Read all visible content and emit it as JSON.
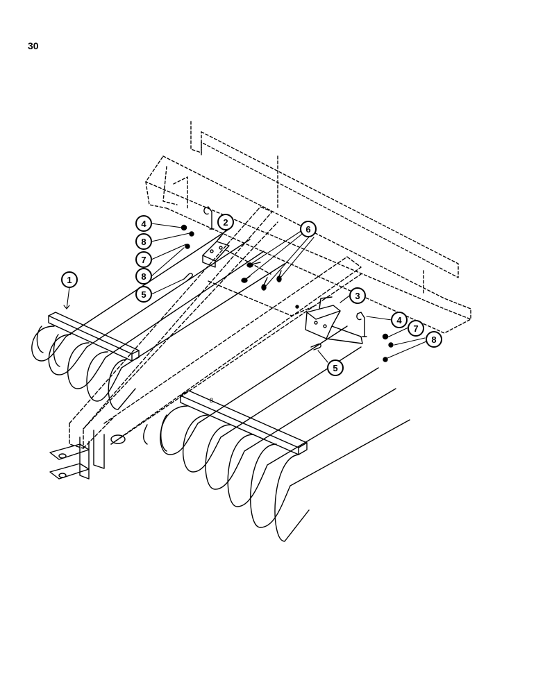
{
  "page": {
    "number": "30"
  },
  "callouts": {
    "c1": "1",
    "c2": "2",
    "c3": "3",
    "c4a": "4",
    "c4b": "4",
    "c5a": "5",
    "c5b": "5",
    "c6": "6",
    "c7a": "7",
    "c7b": "7",
    "c8a": "8",
    "c8b": "8",
    "c8c": "8"
  },
  "frame_mark": "8",
  "colors": {
    "line": "#000000",
    "background": "#ffffff"
  }
}
